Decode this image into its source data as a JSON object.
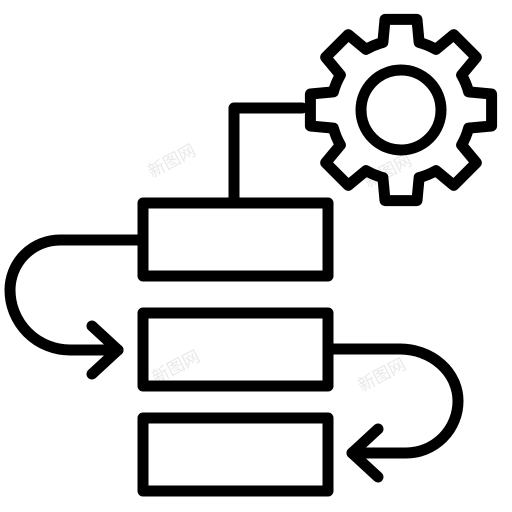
{
  "icon": {
    "name": "workflow-process-gear-icon",
    "parts": [
      "gear",
      "process-box-top",
      "process-box-middle",
      "process-box-bottom",
      "loop-arrow-left",
      "loop-arrow-right",
      "connector-line"
    ]
  },
  "colors": {
    "ink": "#000000",
    "background": "#ffffff",
    "watermark": "#d9d9d9"
  },
  "watermark": {
    "text": "新图网"
  }
}
